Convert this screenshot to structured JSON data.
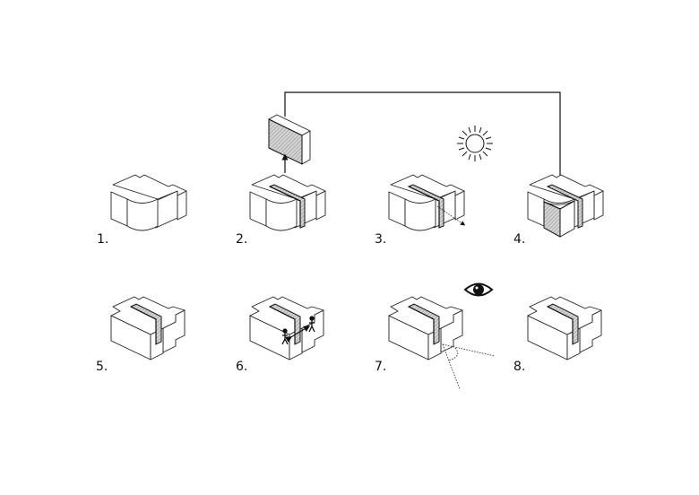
{
  "steps": [
    {
      "label": "1."
    },
    {
      "label": "2."
    },
    {
      "label": "3."
    },
    {
      "label": "4."
    },
    {
      "label": "5."
    },
    {
      "label": "6."
    },
    {
      "label": "7."
    },
    {
      "label": "8."
    }
  ],
  "icons": [
    "sun-icon",
    "eye-icon",
    "person-icon",
    "arrow-icon"
  ],
  "colors": {
    "line": "#111111",
    "hatch": "#b8b8b8",
    "background": "#ffffff"
  }
}
